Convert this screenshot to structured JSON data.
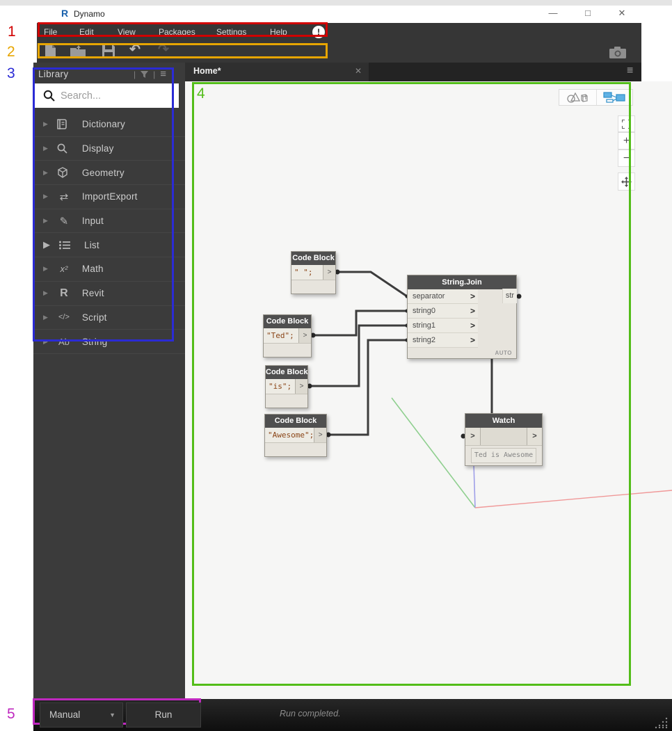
{
  "window": {
    "logo": "R",
    "title": "Dynamo",
    "minimize": "—",
    "maximize": "□",
    "close": "✕"
  },
  "annotations": {
    "n1": "1",
    "n2": "2",
    "n3": "3",
    "n4": "4",
    "n5": "5",
    "colors": {
      "c1": "#d10000",
      "c2": "#e7a500",
      "c3": "#2b2bd5",
      "c4": "#53bd19",
      "c5": "#bf28bf"
    }
  },
  "menu": {
    "items": [
      {
        "label": "File"
      },
      {
        "label": "Edit"
      },
      {
        "label": "View"
      },
      {
        "label": "Packages"
      },
      {
        "label": "Settings"
      },
      {
        "label": "Help"
      }
    ],
    "alert": "!"
  },
  "toolbar": {
    "undo_icon": "↶",
    "redo_icon": "↷"
  },
  "library": {
    "title": "Library",
    "search_placeholder": "Search...",
    "header_icons": {
      "bar": "|",
      "menu": "≡"
    },
    "expand_arrow": "▶",
    "items": [
      {
        "label": "Dictionary"
      },
      {
        "label": "Display"
      },
      {
        "label": "Geometry"
      },
      {
        "label": "ImportExport"
      },
      {
        "label": "Input"
      },
      {
        "label": "List"
      },
      {
        "label": "Math"
      },
      {
        "label": "Revit"
      },
      {
        "label": "Script"
      },
      {
        "label": "String"
      }
    ],
    "glyphs": {
      "importexport": "⇄",
      "input": "✎",
      "math": "x²",
      "revit": "R",
      "script": "</>",
      "string": "Ab"
    }
  },
  "tab_bar": {
    "active_tab": "Home*",
    "close": "✕",
    "menu_icon": "≡"
  },
  "controls": {
    "zoom_in": "+",
    "zoom_out": "−"
  },
  "nodes": {
    "code_block_title": "Code Block",
    "chevron": ">",
    "cb1": {
      "code": "\" \";"
    },
    "cb2": {
      "code": "\"Ted\";"
    },
    "cb3": {
      "code": "\"is\";"
    },
    "cb4": {
      "code": "\"Awesome\";"
    },
    "string_join": {
      "title": "String.Join",
      "inputs": [
        "separator",
        "string0",
        "string1",
        "string2"
      ],
      "add": "+",
      "remove": "-",
      "output": "str",
      "lacing": "AUTO"
    },
    "watch": {
      "title": "Watch",
      "value": "Ted is Awesome"
    }
  },
  "run_bar": {
    "mode": "Manual",
    "run_label": "Run",
    "status": "Run completed."
  }
}
